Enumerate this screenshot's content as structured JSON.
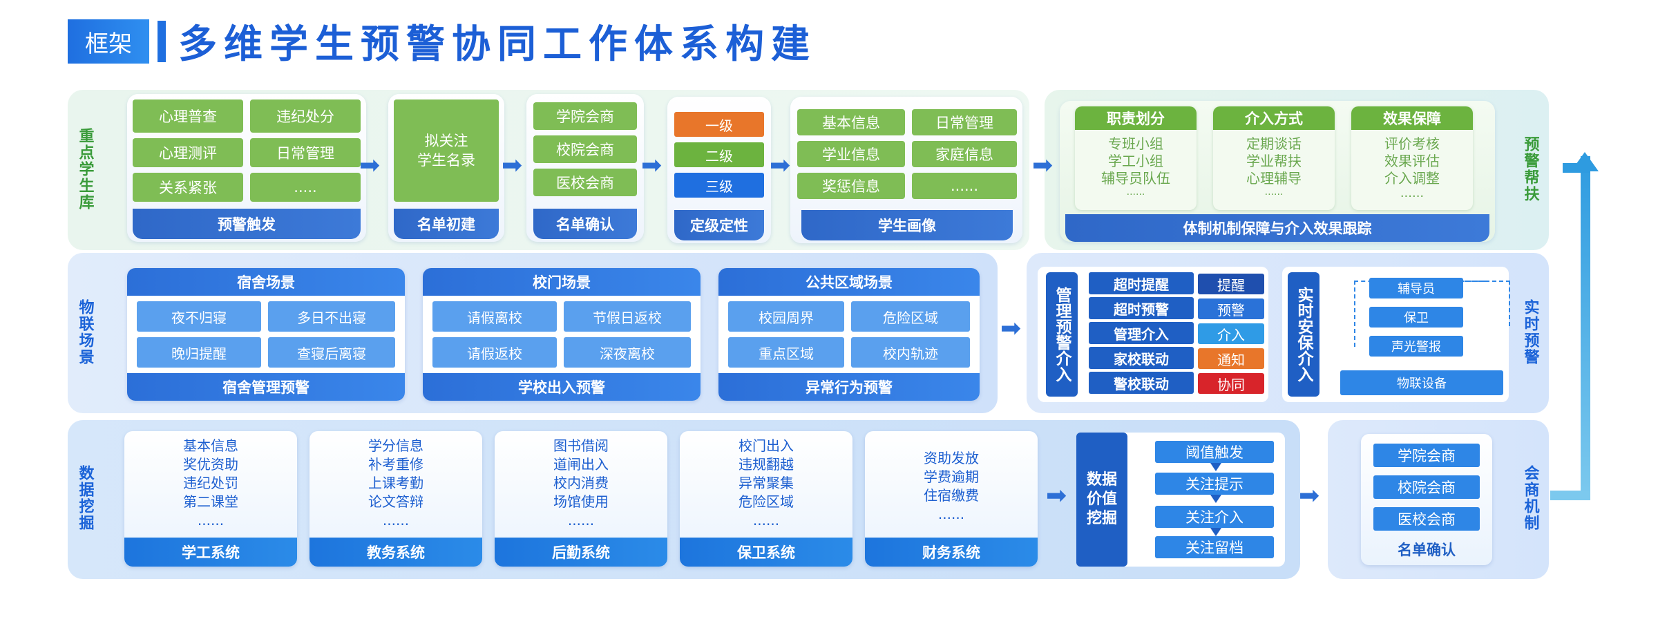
{
  "header": {
    "tag": "框架",
    "title": "多维学生预警协同工作体系构建"
  },
  "row_labels": {
    "key_students": "重点学生库",
    "iot_scene": "物联场景",
    "data_mining": "数据挖掘",
    "warning_support": "预警帮扶",
    "realtime_warning": "实时预警",
    "consult_mechanism": "会商机制"
  },
  "row1": {
    "trigger": {
      "items": [
        "心理普查",
        "违纪处分",
        "心理测评",
        "日常管理",
        "关系紧张",
        "....."
      ],
      "footer": "预警触发"
    },
    "initial_list": {
      "text_line1": "拟关注",
      "text_line2": "学生名录",
      "footer": "名单初建"
    },
    "confirm": {
      "items": [
        "学院会商",
        "校院会商",
        "医校会商"
      ],
      "footer": "名单确认"
    },
    "levels": {
      "items": [
        "一级",
        "二级",
        "三级"
      ],
      "colors": [
        "#e8762a",
        "#6cb33f",
        "#1f6fe0"
      ],
      "footer": "定级定性"
    },
    "portrait": {
      "items": [
        "基本信息",
        "日常管理",
        "学业信息",
        "家庭信息",
        "奖惩信息",
        "......"
      ],
      "footer": "学生画像"
    },
    "support": {
      "groups": [
        {
          "title": "职责划分",
          "items": [
            "专班小组",
            "学工小组",
            "辅导员队伍",
            "......"
          ]
        },
        {
          "title": "介入方式",
          "items": [
            "定期谈话",
            "学业帮扶",
            "心理辅导",
            "......"
          ]
        },
        {
          "title": "效果保障",
          "items": [
            "评价考核",
            "效果评估",
            "介入调整",
            "......"
          ]
        }
      ],
      "footer": "体制机制保障与介入效果跟踪"
    }
  },
  "row2": {
    "scenes": [
      {
        "title": "宿舍场景",
        "items": [
          "夜不归寝",
          "多日不出寝",
          "晚归提醒",
          "查寝后离寝"
        ],
        "footer": "宿舍管理预警"
      },
      {
        "title": "校门场景",
        "items": [
          "请假离校",
          "节假日返校",
          "请假返校",
          "深夜离校"
        ],
        "footer": "学校出入预警"
      },
      {
        "title": "公共区域场景",
        "items": [
          "校园周界",
          "危险区域",
          "重点区域",
          "校内轨迹"
        ],
        "footer": "异常行为预警"
      }
    ],
    "management": {
      "label": "管理预警介入",
      "items": [
        "超时提醒",
        "超时预警",
        "管理介入",
        "家校联动",
        "警校联动"
      ],
      "tags": [
        "提醒",
        "预警",
        "介入",
        "通知",
        "协同"
      ],
      "tag_colors": [
        "#1f4fae",
        "#2a72d8",
        "#2f9be6",
        "#e8762a",
        "#d8242a"
      ]
    },
    "realtime": {
      "label": "实时安保介入",
      "items": [
        "辅导员",
        "保卫",
        "声光警报"
      ],
      "device": "物联设备"
    }
  },
  "row3": {
    "systems": [
      {
        "items": [
          "基本信息",
          "奖优资助",
          "违纪处罚",
          "第二课堂",
          "......"
        ],
        "footer": "学工系统"
      },
      {
        "items": [
          "学分信息",
          "补考重修",
          "上课考勤",
          "论文答辩",
          "......"
        ],
        "footer": "教务系统"
      },
      {
        "items": [
          "图书借阅",
          "道闸出入",
          "校内消费",
          "场馆使用",
          "......"
        ],
        "footer": "后勤系统"
      },
      {
        "items": [
          "校门出入",
          "违规翻越",
          "异常聚集",
          "危险区域",
          "......"
        ],
        "footer": "保卫系统"
      },
      {
        "items": [
          "资助发放",
          "学费逾期",
          "住宿缴费",
          "......"
        ],
        "footer": "财务系统"
      }
    ],
    "mining": {
      "label": "数据价值挖掘",
      "items": [
        "阈值触发",
        "关注提示",
        "关注介入",
        "关注留档"
      ]
    },
    "consult": {
      "items": [
        "学院会商",
        "校院会商",
        "医校会商"
      ],
      "footer": "名单确认"
    }
  }
}
